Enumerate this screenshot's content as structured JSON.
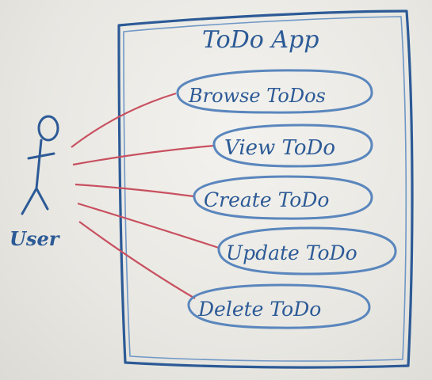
{
  "diagram": {
    "system_title": "ToDo App",
    "actor": {
      "label": "User"
    },
    "use_cases": [
      {
        "label": "Browse ToDos"
      },
      {
        "label": "View ToDo"
      },
      {
        "label": "Create ToDo"
      },
      {
        "label": "Update ToDo"
      },
      {
        "label": "Delete ToDo"
      }
    ]
  },
  "colors": {
    "ink_blue": "#2c5a96",
    "ink_light_blue": "#6f97c6",
    "ink_red": "#c8505f",
    "whiteboard": "#eeede8"
  }
}
